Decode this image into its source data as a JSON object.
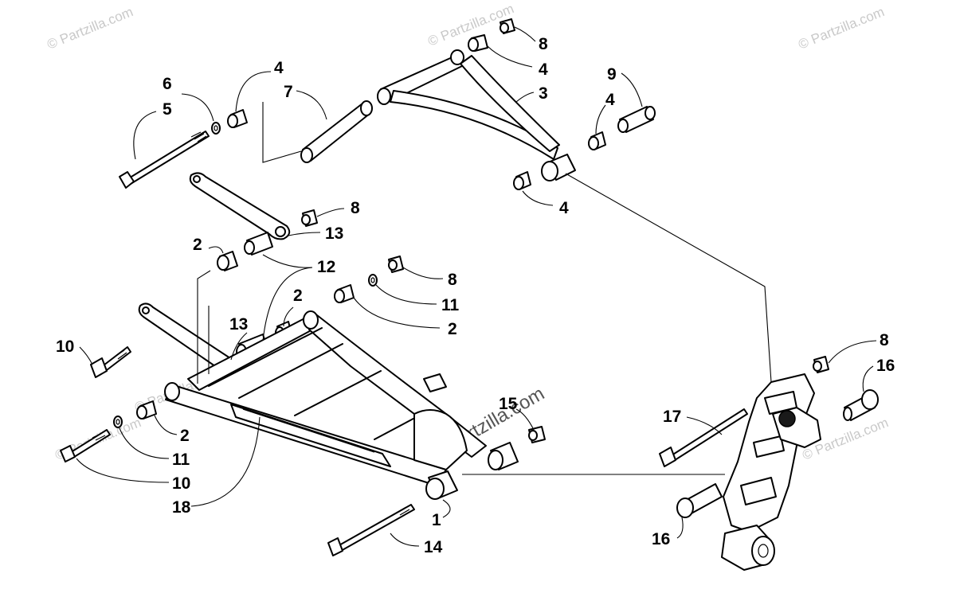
{
  "watermark": "© Partzilla.com",
  "callouts": [
    "1",
    "2",
    "2",
    "2",
    "2",
    "3",
    "4",
    "4",
    "4",
    "4",
    "5",
    "6",
    "7",
    "8",
    "8",
    "8",
    "8",
    "9",
    "10",
    "10",
    "11",
    "11",
    "12",
    "13",
    "13",
    "14",
    "15",
    "16",
    "16",
    "17",
    "18"
  ]
}
